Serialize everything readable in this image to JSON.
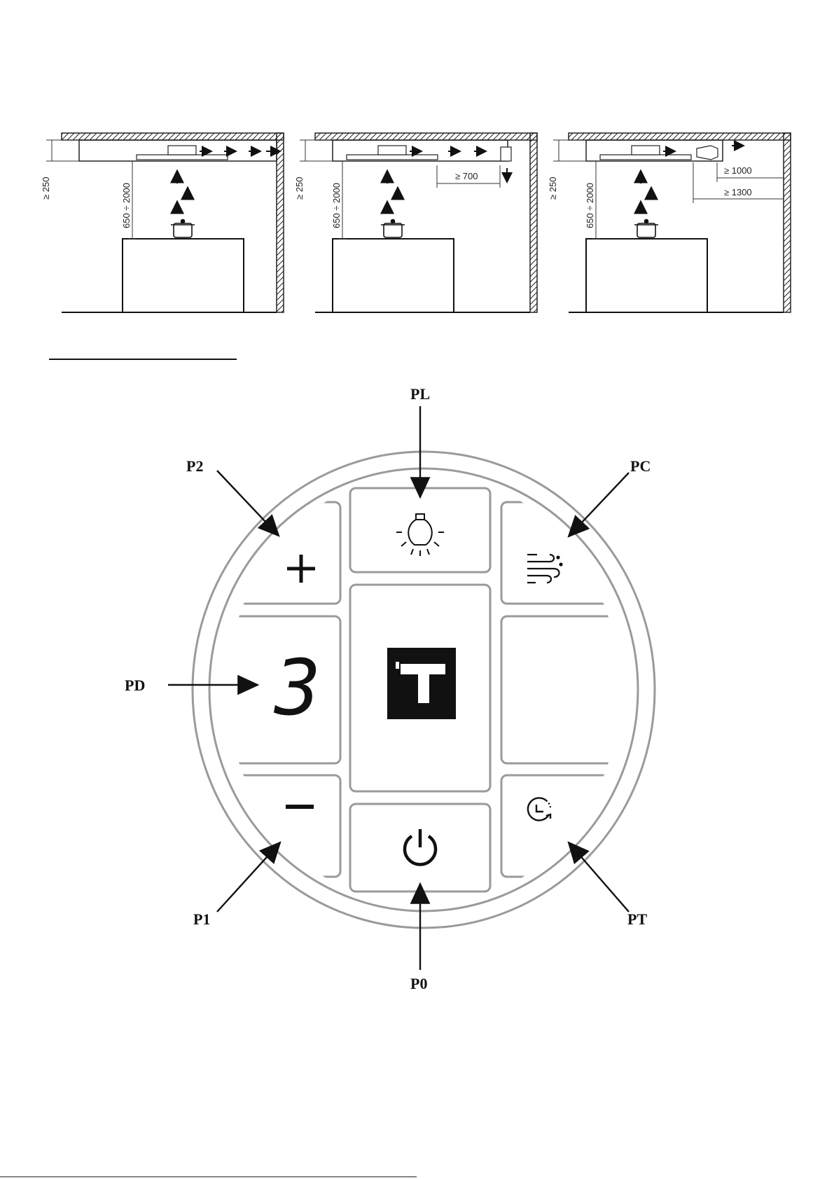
{
  "installation": {
    "panels": [
      {
        "name": "vertical-exhaust",
        "dims": {
          "clearance": "≥ 250",
          "height": "650 ÷ 2000"
        }
      },
      {
        "name": "rear-exhaust-down",
        "dims": {
          "clearance": "≥ 250",
          "height": "650 ÷ 2000",
          "duct": "≥ 700"
        }
      },
      {
        "name": "horizontal-exhaust",
        "dims": {
          "clearance": "≥ 250",
          "height": "650 ÷ 2000",
          "duct_short": "≥ 1000",
          "duct_long": "≥ 1300"
        }
      }
    ]
  },
  "control_panel": {
    "callouts": {
      "light": "PL",
      "fan_plus": "P2",
      "clean_air": "PC",
      "display": "PD",
      "fan_minus": "P1",
      "timer": "PT",
      "power": "P0"
    },
    "display_value": "3",
    "icons": {
      "light": "light-bulb-icon",
      "plus": "plus-icon",
      "minus": "minus-icon",
      "clean_air": "air-flow-icon",
      "timer": "timer-icon",
      "power": "power-icon",
      "logo": "brand-t-logo"
    },
    "colors": {
      "outline": "#9a9a9a",
      "ink": "#111111",
      "face": "#ffffff"
    }
  }
}
